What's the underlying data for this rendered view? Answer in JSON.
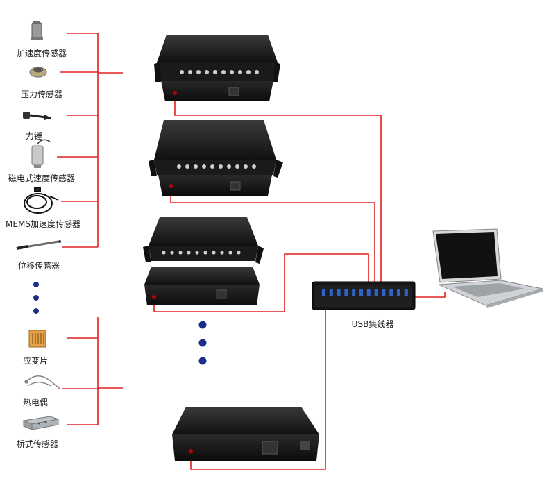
{
  "sensors_top": [
    {
      "label": "加速度传感器",
      "icon": "accelerometer-icon"
    },
    {
      "label": "压力传感器",
      "icon": "pressure-sensor-icon"
    },
    {
      "label": "力锤",
      "icon": "force-hammer-icon"
    },
    {
      "label": "磁电式速度传感器",
      "icon": "magnetoelectric-velocity-sensor-icon"
    },
    {
      "label": "MEMS加速度传感器",
      "icon": "mems-accelerometer-icon"
    },
    {
      "label": "位移传感器",
      "icon": "displacement-sensor-icon"
    }
  ],
  "sensors_bottom": [
    {
      "label": "应变片",
      "icon": "strain-gauge-icon"
    },
    {
      "label": "热电偶",
      "icon": "thermocouple-icon"
    },
    {
      "label": "桥式传感器",
      "icon": "bridge-sensor-icon"
    }
  ],
  "hub": {
    "label": "USB集线器",
    "port_count": 12
  },
  "colors": {
    "wire": "#e02020",
    "device": "#1b1b1b",
    "dots": "#1a2e8a"
  }
}
